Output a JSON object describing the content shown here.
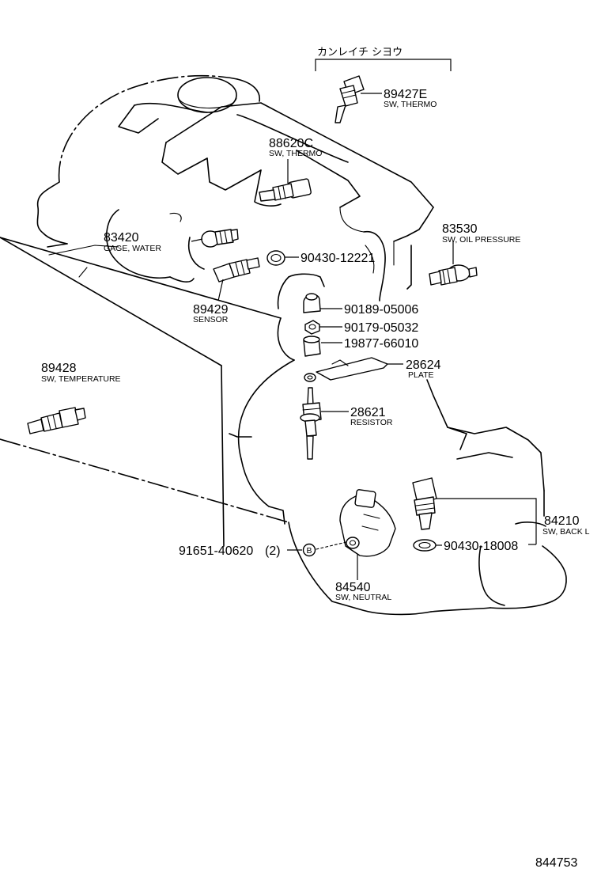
{
  "header": {
    "region_label": "カンレイチ シヨウ"
  },
  "parts": [
    {
      "id": "89427e",
      "number": "89427E",
      "name": "SW, THERMO"
    },
    {
      "id": "88620c",
      "number": "88620C",
      "name": "SW, THERMO"
    },
    {
      "id": "83530",
      "number": "83530",
      "name": "SW, OIL PRESSURE"
    },
    {
      "id": "83420",
      "number": "83420",
      "name": "GAGE, WATER"
    },
    {
      "id": "90430-12221",
      "number": "90430-12221",
      "name": ""
    },
    {
      "id": "89429",
      "number": "89429",
      "name": "SENSOR"
    },
    {
      "id": "90189-05006",
      "number": "90189-05006",
      "name": ""
    },
    {
      "id": "90179-05032",
      "number": "90179-05032",
      "name": ""
    },
    {
      "id": "19877-66010",
      "number": "19877-66010",
      "name": ""
    },
    {
      "id": "28624",
      "number": "28624",
      "name": "PLATE"
    },
    {
      "id": "89428",
      "number": "89428",
      "name": "SW, TEMPERATURE"
    },
    {
      "id": "28621",
      "number": "28621",
      "name": "RESISTOR"
    },
    {
      "id": "84210",
      "number": "84210",
      "name": "SW, BACK L"
    },
    {
      "id": "90430-18008",
      "number": "90430-18008",
      "name": ""
    },
    {
      "id": "91651-40620",
      "number": "91651-40620",
      "qty": "(2)",
      "name": ""
    },
    {
      "id": "84540",
      "number": "84540",
      "name": "SW, NEUTRAL"
    }
  ],
  "footer": {
    "illustration_number": "844753"
  },
  "colors": {
    "ink": "#000000",
    "paper": "#ffffff"
  },
  "icons": {
    "bolt_marker": "B"
  }
}
